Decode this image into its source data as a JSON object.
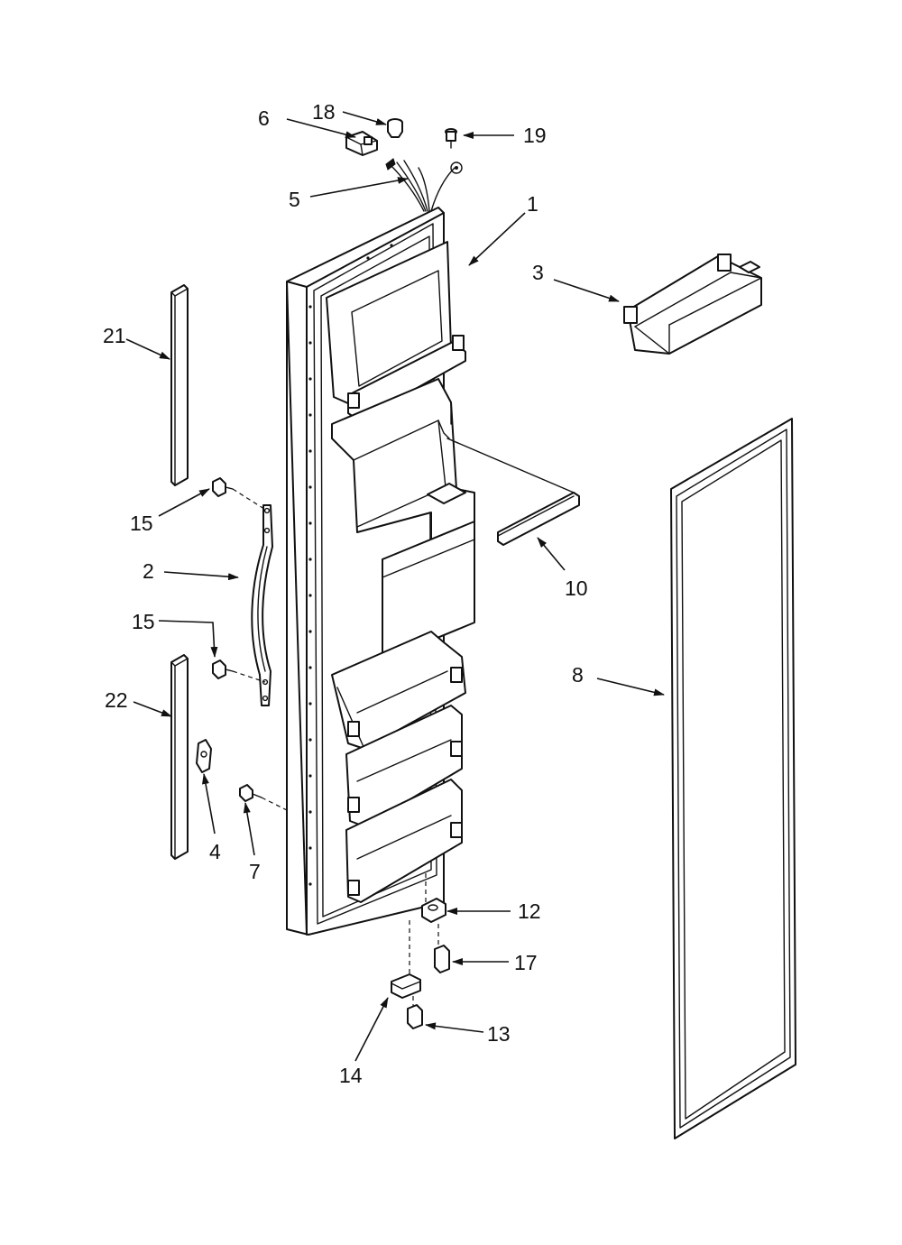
{
  "callouts": [
    {
      "id": "c6",
      "text": "6"
    },
    {
      "id": "c18",
      "text": "18"
    },
    {
      "id": "c19",
      "text": "19"
    },
    {
      "id": "c5",
      "text": "5"
    },
    {
      "id": "c1",
      "text": "1"
    },
    {
      "id": "c3",
      "text": "3"
    },
    {
      "id": "c21",
      "text": "21"
    },
    {
      "id": "c15a",
      "text": "15"
    },
    {
      "id": "c2",
      "text": "2"
    },
    {
      "id": "c15b",
      "text": "15"
    },
    {
      "id": "c10",
      "text": "10"
    },
    {
      "id": "c8",
      "text": "8"
    },
    {
      "id": "c22",
      "text": "22"
    },
    {
      "id": "c4",
      "text": "4"
    },
    {
      "id": "c7",
      "text": "7"
    },
    {
      "id": "c12",
      "text": "12"
    },
    {
      "id": "c17",
      "text": "17"
    },
    {
      "id": "c13",
      "text": "13"
    },
    {
      "id": "c14",
      "text": "14"
    }
  ]
}
